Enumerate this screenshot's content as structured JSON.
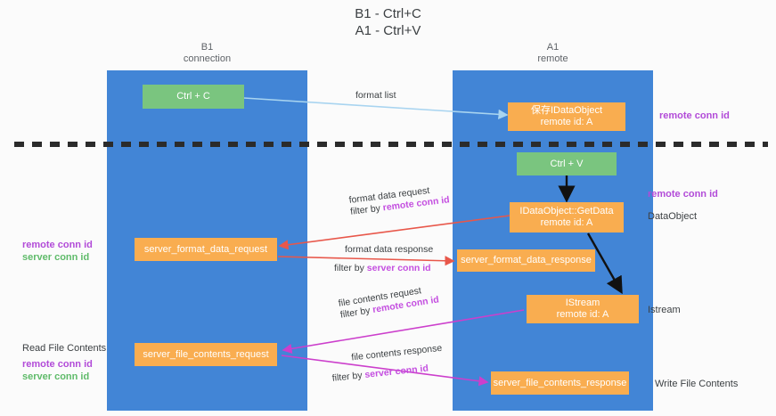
{
  "title": {
    "line1": "B1 - Ctrl+C",
    "line2": "A1 - Ctrl+V"
  },
  "columns": [
    {
      "name": "B1",
      "sub": "connection"
    },
    {
      "name": "A1",
      "sub": "remote"
    }
  ],
  "nodes": {
    "ctrl_c": "Ctrl + C",
    "ctrl_v": "Ctrl + V",
    "save_dataobject_l1": "保存IDataObject",
    "save_dataobject_l2": "remote id: A",
    "getdata_l1": "IDataObject::GetData",
    "getdata_l2": "remote id: A",
    "istream_l1": "IStream",
    "istream_l2": "remote id: A",
    "server_format_data_request": "server_format_data_request",
    "server_format_data_response": "server_format_data_response",
    "server_file_contents_request": "server_file_contents_request",
    "server_file_contents_response": "server_file_contents_response"
  },
  "edges": {
    "format_list": "format list",
    "format_data_request": "format data request",
    "format_data_request_filter_prefix": "filter by ",
    "format_data_request_filter_key": "remote conn id",
    "format_data_response": "format data response",
    "format_data_response_filter_prefix": "filter by ",
    "format_data_response_filter_key": "server conn id",
    "file_contents_request": "file contents request",
    "file_contents_request_filter_prefix": "filter by ",
    "file_contents_request_filter_key": "remote conn id",
    "file_contents_response": "file contents response",
    "file_contents_response_filter_prefix": "filter by ",
    "file_contents_response_filter_key": "server conn id"
  },
  "annotations": {
    "right_remote_conn_id_top": "remote conn id",
    "right_remote_conn_id_mid": "remote conn id",
    "right_dataobject": "DataObject",
    "right_istream": "Istream",
    "right_write_file_contents": "Write File Contents",
    "left_remote_conn_id_mid": "remote conn id",
    "left_server_conn_id_mid": "server conn id",
    "left_read_file_contents": "Read File Contents",
    "left_remote_conn_id_bottom": "remote conn id",
    "left_server_conn_id_bottom": "server conn id"
  },
  "colors": {
    "lane": "#4285d6",
    "green_node": "#7ac57f",
    "orange_node": "#f9ad50",
    "purple_key": "#b24bd8",
    "green_key": "#5fbb6a",
    "red_arrow": "#e8574a",
    "magenta_arrow": "#cc3fcc",
    "light_blue_arrow": "#a8d4f0",
    "black_arrow": "#000000",
    "divider": "#2b2b2b",
    "background": "#fbfbfb"
  }
}
